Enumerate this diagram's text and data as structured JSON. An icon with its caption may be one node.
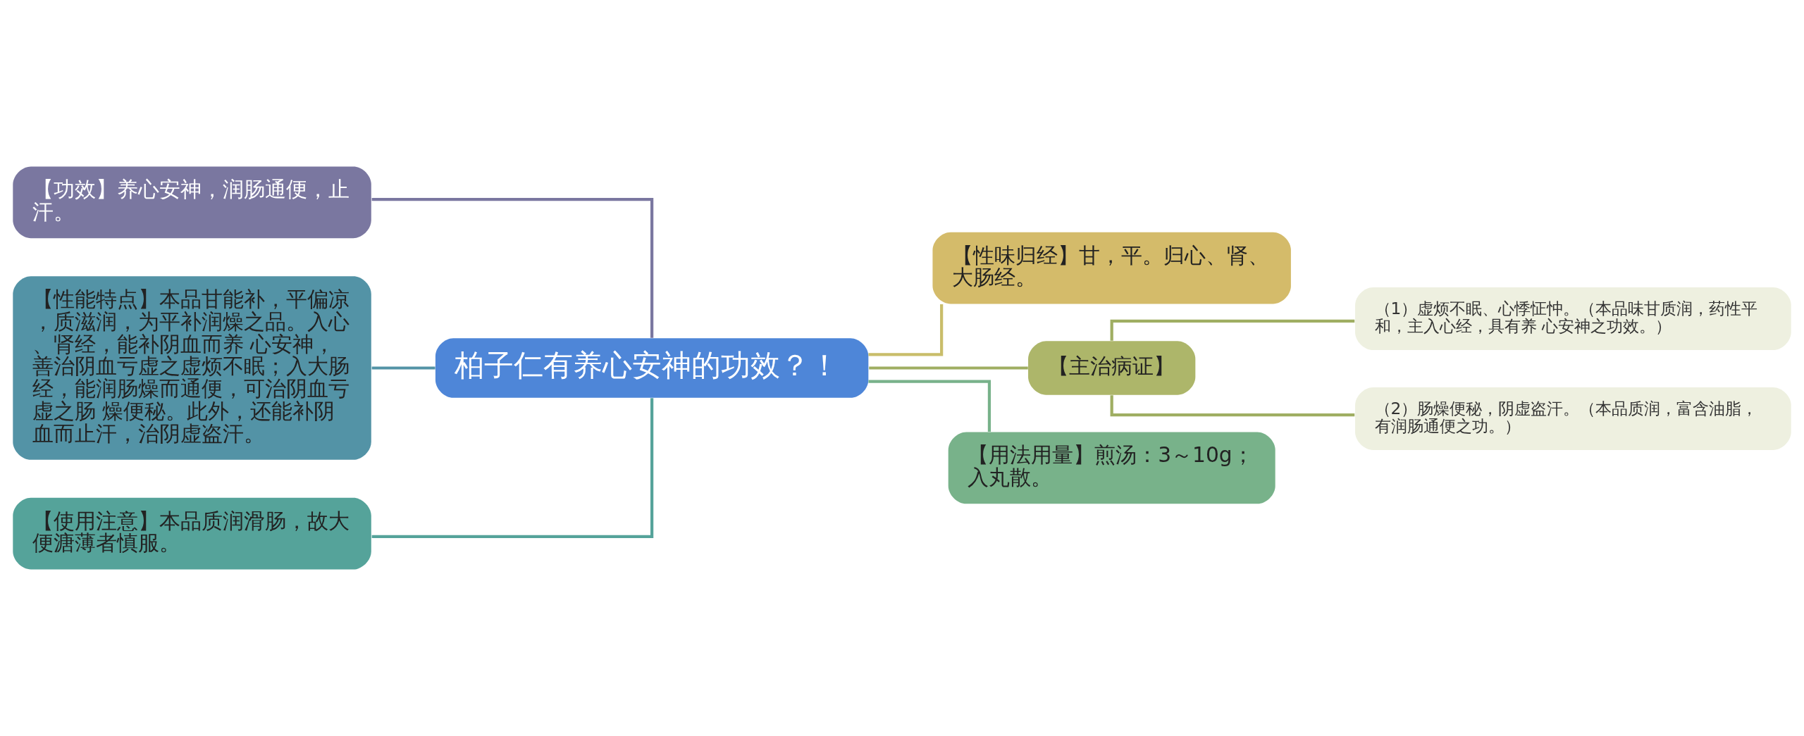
{
  "diagram": {
    "nodes": [
      {
        "text": [
          "柏子仁有养心安神的功效？！"
        ]
      },
      {
        "text": [
          "【功效】养心安神，润肠通便，止汗。"
        ]
      },
      {
        "text": [
          "【性能特点】本品甘能补，平偏凉，质滋润，为平补润燥之品。入心、肾经，能补阴血而养 心安神，善治阴血亏虚之虚烦不眠；入大肠经，能润肠燥而通便，可治阴血亏虚之肠 燥便秘。此外，还能补阴血而止汗，治阴虚盗汗。"
        ]
      },
      {
        "text": [
          "【使用注意】本品质润滑肠，故大便溏薄者慎服。"
        ]
      },
      {
        "text": [
          "【性味归经】甘，平。归心、肾、大肠经。"
        ]
      },
      {
        "text": [
          "【主治病证】"
        ]
      },
      {
        "text": [
          "（1）虚烦不眠、心悸怔忡。（本品味甘质润，药性平和，主入心经，具有养 心安神之功效。）"
        ]
      },
      {
        "text": [
          "（2）肠燥便秘，阴虚盗汗。（本品质润，富含油脂，有润肠通便之功。）"
        ]
      },
      {
        "text": [
          "【用法用量】煎汤：3～10g；入丸散。"
        ]
      }
    ],
    "edges": [
      {
        "from": 1,
        "to": 0,
        "arrow": "none",
        "color": "#7a77a0"
      },
      {
        "from": 2,
        "to": 0,
        "arrow": "none",
        "color": "#5393a6"
      },
      {
        "from": 3,
        "to": 0,
        "arrow": "none",
        "color": "#55a39a"
      },
      {
        "from": 0,
        "to": 4,
        "arrow": "none",
        "color": "#c9bd6a"
      },
      {
        "from": 0,
        "to": 5,
        "arrow": "none",
        "color": "#9fae62"
      },
      {
        "from": 5,
        "to": 6,
        "arrow": "none",
        "color": "#9fae62"
      },
      {
        "from": 5,
        "to": 7,
        "arrow": "none",
        "color": "#9fae62"
      },
      {
        "from": 0,
        "to": 8,
        "arrow": "none",
        "color": "#78b28a"
      }
    ]
  }
}
